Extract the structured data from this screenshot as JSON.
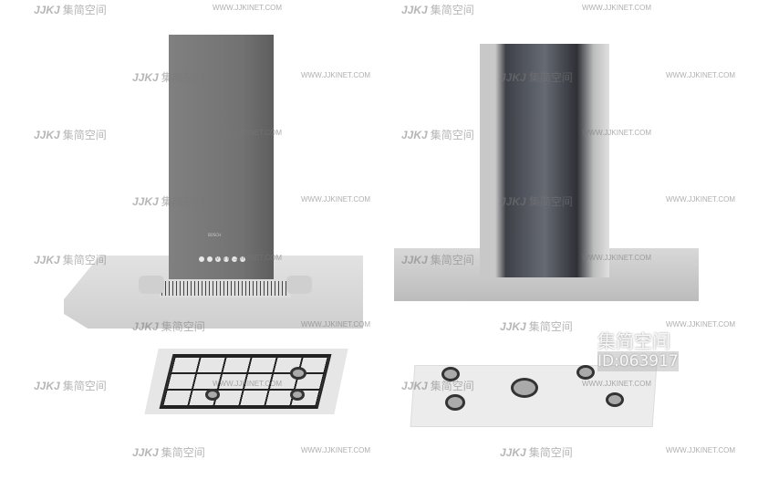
{
  "watermark": {
    "brand_mark": "JJKJ",
    "logo_text": "集简空间",
    "url": "WWW.JJKINET.COM"
  },
  "stamp": {
    "title": "集简空间",
    "id": "ID:063917"
  },
  "hood_left": {
    "brand": "BOSCH"
  }
}
